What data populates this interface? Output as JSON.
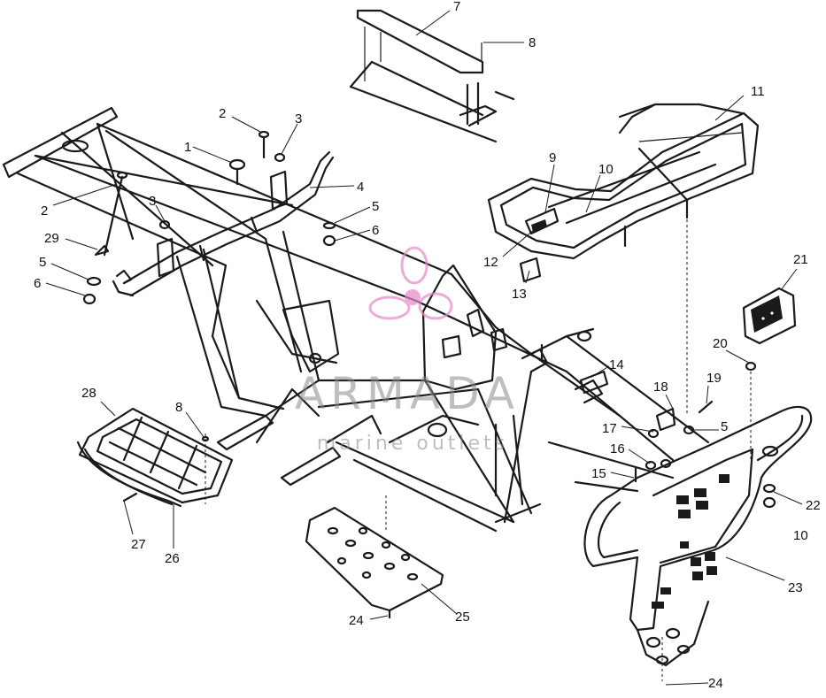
{
  "watermark": {
    "brand": "ARMADA",
    "sub": "marine outlets",
    "logo_color": "#e58ac7",
    "text_color": "#8a8a8a"
  },
  "callouts": [
    {
      "id": "c1",
      "text": "1"
    },
    {
      "id": "c2a",
      "text": "2"
    },
    {
      "id": "c3a",
      "text": "3"
    },
    {
      "id": "c4",
      "text": "4"
    },
    {
      "id": "c5a",
      "text": "5"
    },
    {
      "id": "c6a",
      "text": "6"
    },
    {
      "id": "c7",
      "text": "7"
    },
    {
      "id": "c8a",
      "text": "8"
    },
    {
      "id": "c9",
      "text": "9"
    },
    {
      "id": "c10a",
      "text": "10"
    },
    {
      "id": "c11",
      "text": "11"
    },
    {
      "id": "c12",
      "text": "12"
    },
    {
      "id": "c13",
      "text": "13"
    },
    {
      "id": "c2b",
      "text": "2"
    },
    {
      "id": "c3b",
      "text": "3"
    },
    {
      "id": "c29",
      "text": "29"
    },
    {
      "id": "c5b",
      "text": "5"
    },
    {
      "id": "c6b",
      "text": "6"
    },
    {
      "id": "c21",
      "text": "21"
    },
    {
      "id": "c20",
      "text": "20"
    },
    {
      "id": "c14",
      "text": "14"
    },
    {
      "id": "c18",
      "text": "18"
    },
    {
      "id": "c19",
      "text": "19"
    },
    {
      "id": "c17",
      "text": "17"
    },
    {
      "id": "c5c",
      "text": "5"
    },
    {
      "id": "c16",
      "text": "16"
    },
    {
      "id": "c15",
      "text": "15"
    },
    {
      "id": "c22",
      "text": "22"
    },
    {
      "id": "c10b",
      "text": "10"
    },
    {
      "id": "c23",
      "text": "23"
    },
    {
      "id": "c28",
      "text": "28"
    },
    {
      "id": "c8b",
      "text": "8"
    },
    {
      "id": "c27",
      "text": "27"
    },
    {
      "id": "c26",
      "text": "26"
    },
    {
      "id": "c24a",
      "text": "24"
    },
    {
      "id": "c25",
      "text": "25"
    },
    {
      "id": "c24b",
      "text": "24"
    }
  ]
}
